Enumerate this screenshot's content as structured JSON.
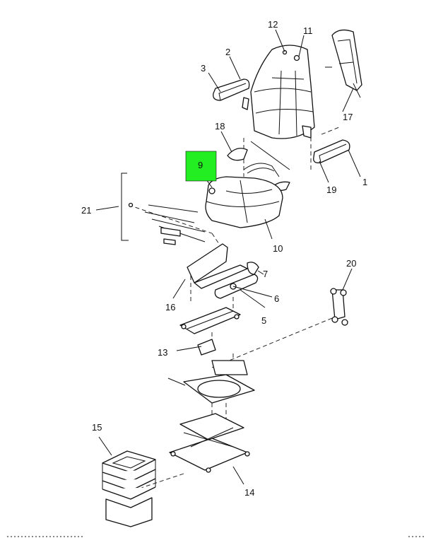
{
  "colors": {
    "highlight": "#22ee22",
    "line": "#111111",
    "background": "#ffffff"
  },
  "callouts": {
    "c1": "1",
    "c2": "2",
    "c3": "3",
    "c5": "5",
    "c6": "6",
    "c7": "7",
    "c9": "9",
    "c10": "10",
    "c11": "11",
    "c12": "12",
    "c13": "13",
    "c14": "14",
    "c15": "15",
    "c16": "16",
    "c17": "17",
    "c18": "18",
    "c19": "19",
    "c20": "20",
    "c21": "21"
  },
  "highlighted_callout": "9"
}
